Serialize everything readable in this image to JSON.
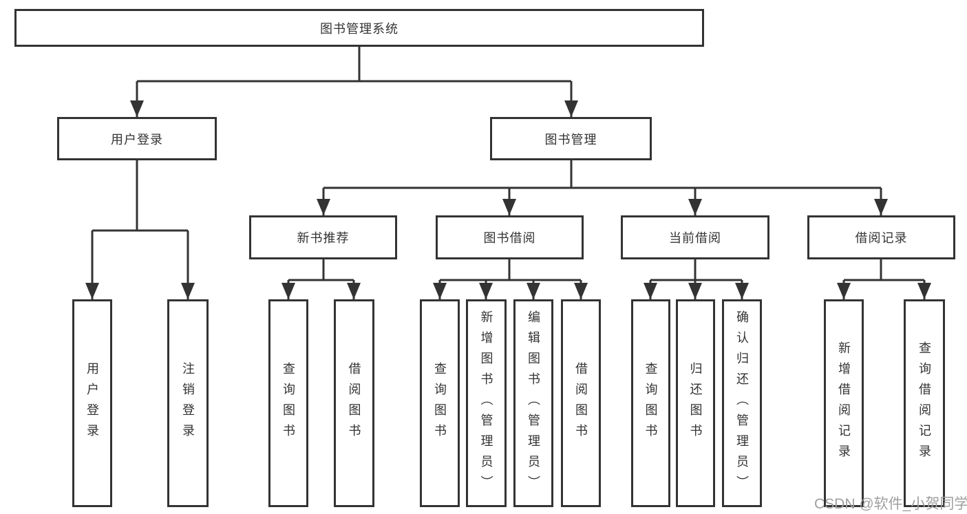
{
  "diagram": {
    "root": {
      "label": "图书管理系统"
    },
    "user_login": {
      "label": "用户登录",
      "children": [
        {
          "label": "用户登录"
        },
        {
          "label": "注销登录"
        }
      ]
    },
    "book_management": {
      "label": "图书管理",
      "children": [
        {
          "label": "新书推荐",
          "children": [
            {
              "label": "查询图书"
            },
            {
              "label": "借阅图书"
            }
          ]
        },
        {
          "label": "图书借阅",
          "children": [
            {
              "label": "查询图书"
            },
            {
              "label": "新增图书（管理员）"
            },
            {
              "label": "编辑图书（管理员）"
            },
            {
              "label": "借阅图书"
            }
          ]
        },
        {
          "label": "当前借阅",
          "children": [
            {
              "label": "查询图书"
            },
            {
              "label": "归还图书"
            },
            {
              "label": "确认归还（管理员）"
            }
          ]
        },
        {
          "label": "借阅记录",
          "children": [
            {
              "label": "新增借阅记录"
            },
            {
              "label": "查询借阅记录"
            }
          ]
        }
      ]
    },
    "watermark": "CSDN @软件_小贺同学",
    "colors": {
      "line": "#333333",
      "box_border": "#333333",
      "text": "#333333",
      "watermark": "#9f9f9f",
      "background": "#ffffff"
    }
  }
}
